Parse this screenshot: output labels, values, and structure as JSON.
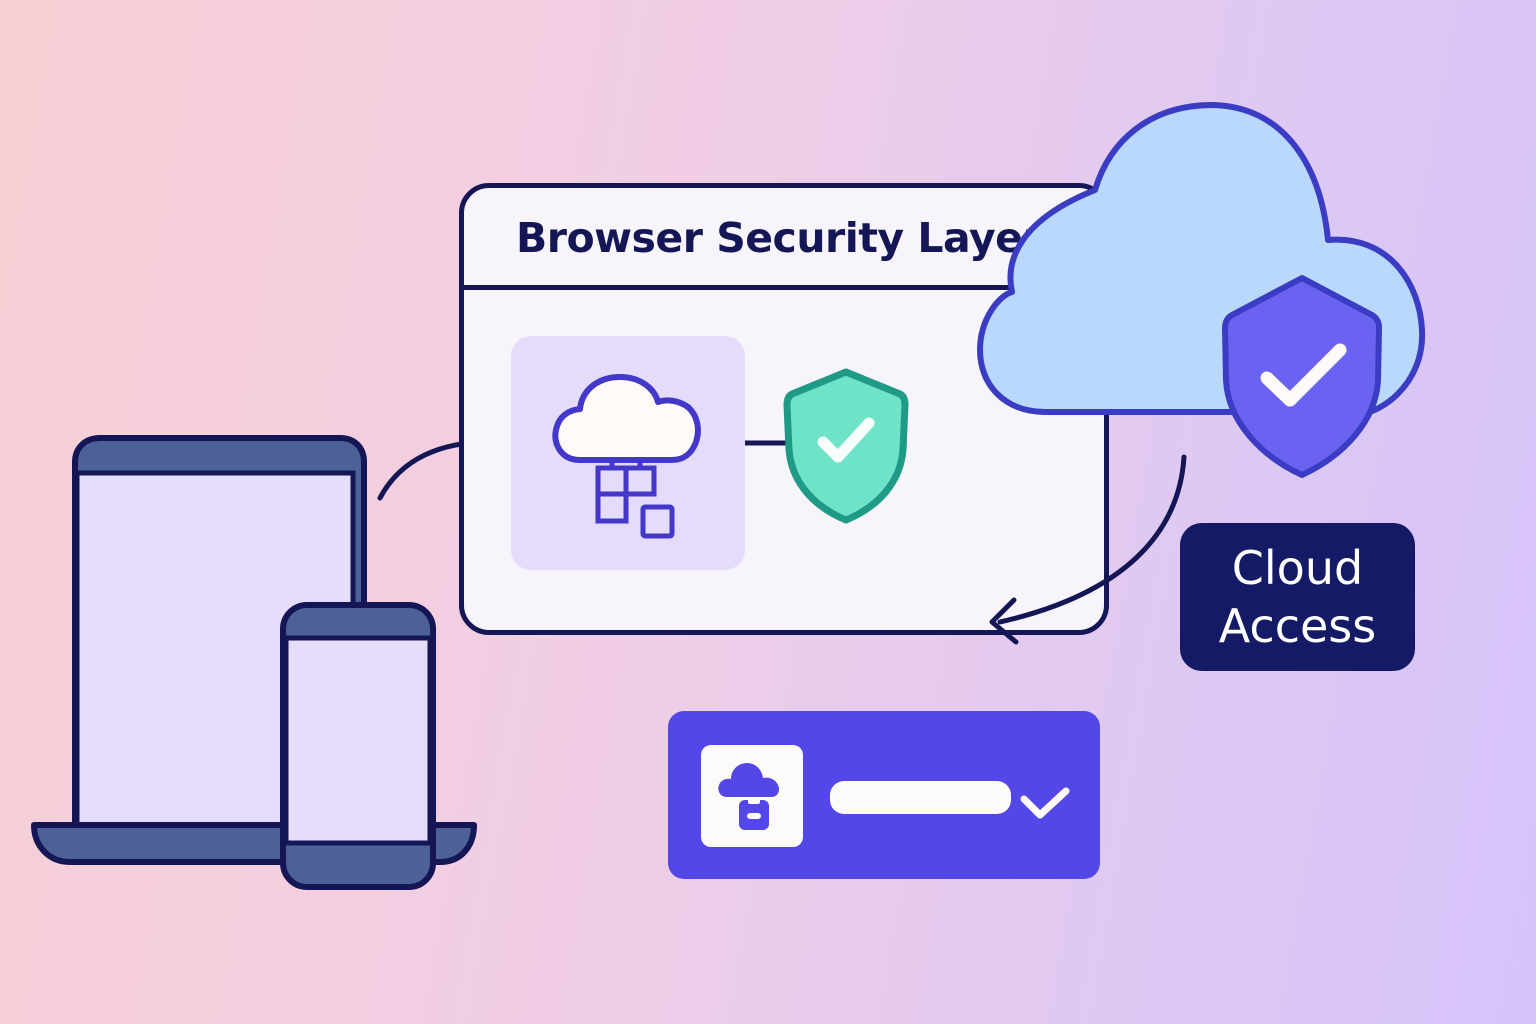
{
  "diagram": {
    "title": "Browser Security Layer",
    "cloud_access_label": "Cloud\nAccess",
    "nodes": [
      {
        "id": "devices",
        "label": "Laptop and mobile devices",
        "icon": "devices-icon"
      },
      {
        "id": "browser-layer",
        "label": "Browser Security Layer",
        "icon": "browser-window-icon"
      },
      {
        "id": "cloud",
        "label": "Cloud Access",
        "icon": "cloud-shield-icon"
      },
      {
        "id": "login",
        "label": "Secure login",
        "icon": "cloud-lock-icon"
      }
    ],
    "edges": [
      {
        "from": "devices",
        "to": "browser-layer"
      },
      {
        "from": "cloud",
        "to": "browser-layer"
      }
    ],
    "login_card": {
      "field_value": "",
      "status_icon": "check-icon"
    }
  },
  "colors": {
    "navy": "#141655",
    "indigo": "#4338ca",
    "violet": "#5447e8",
    "cloud_fill": "#b9d8fb",
    "shield_purple": "#6a63f2",
    "shield_teal": "#6fe3c8",
    "shield_teal_stroke": "#1f9a86",
    "device_frame": "#4d6199",
    "screen": "#e6dcfb"
  }
}
